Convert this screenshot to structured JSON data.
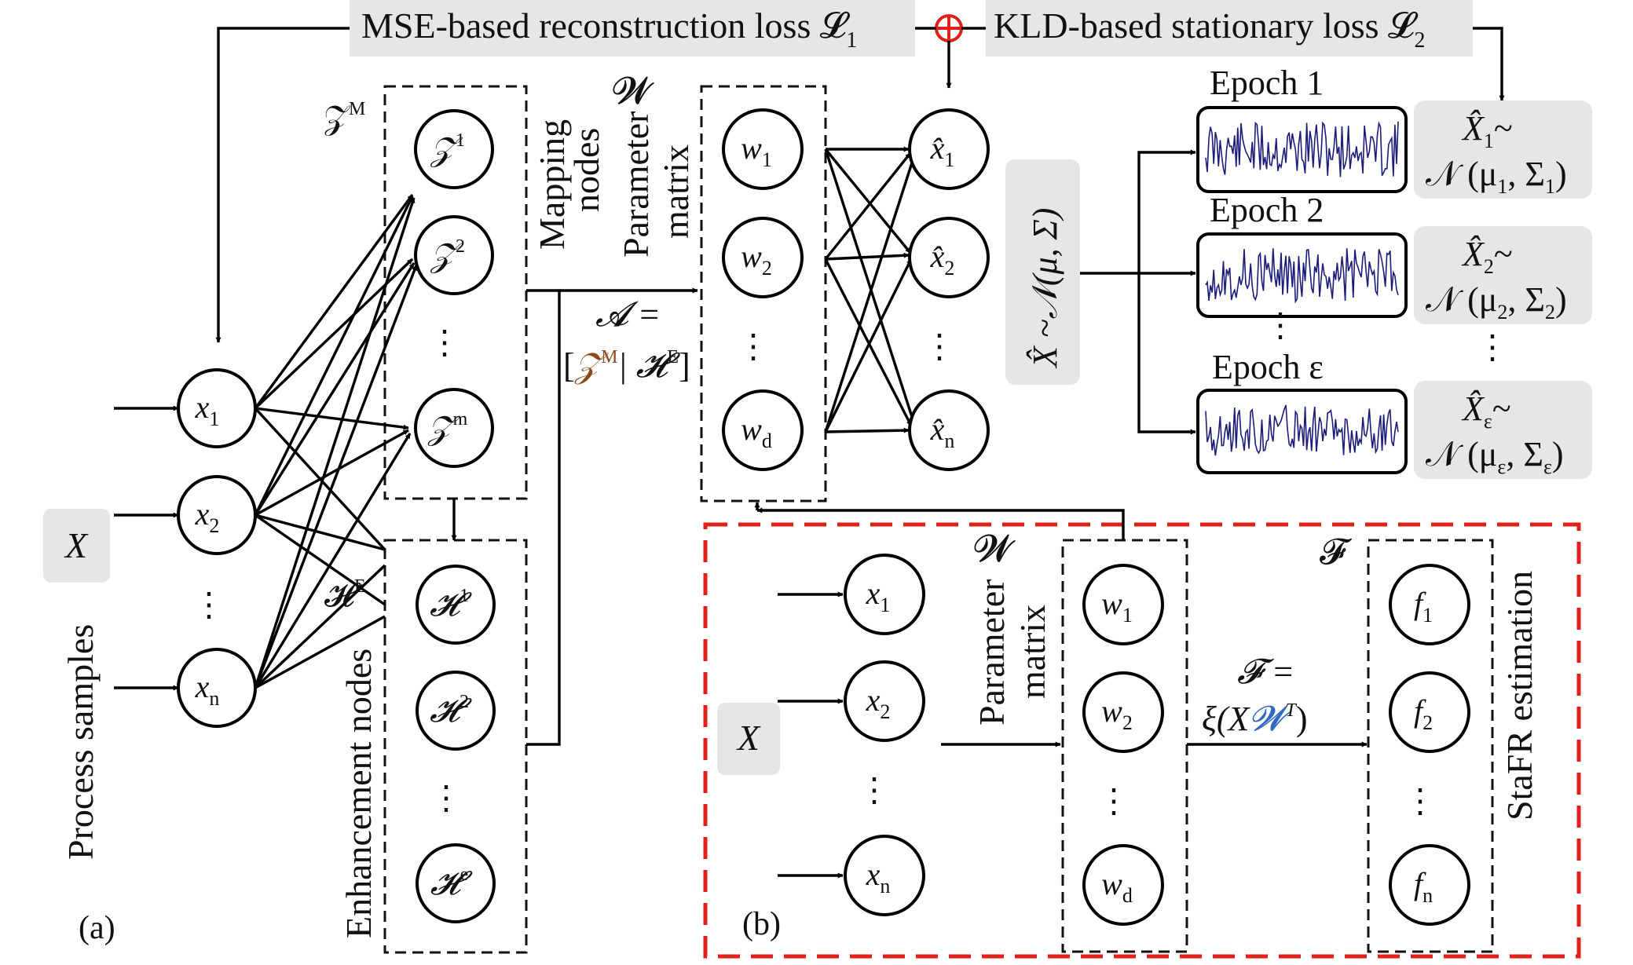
{
  "colors": {
    "mapping_fill": "#fbe3d8",
    "enhance_fill": "#f1f6ec",
    "param_fill": "#e6eef8",
    "stafr_fill": "#fcf7e6",
    "label_box": "#e6e6e6",
    "red_dash": "#e0211a",
    "script_brown": "#8b4a1e",
    "script_blue": "#2f66c2",
    "script_olive": "#7a6520",
    "signal_blue": "#1c1c7a"
  },
  "top": {
    "loss1": "MSE-based reconstruction loss 𝓛",
    "loss1_sub": "1",
    "loss2": "KLD-based stationary loss 𝓛",
    "loss2_sub": "2"
  },
  "panel_a": {
    "tag": "(a)",
    "process_samples": "Process samples",
    "X": "X",
    "inputs": [
      {
        "base": "x",
        "sub": "1"
      },
      {
        "base": "x",
        "sub": "2"
      },
      {
        "base": "x",
        "sub": "n"
      }
    ],
    "ellipsis": "⋮",
    "zm_label": "𝒵",
    "zm_sup": "M",
    "mapping_nodes_label": [
      "Mapping",
      "nodes"
    ],
    "mapping": [
      {
        "base": "𝒵",
        "sup": "1"
      },
      {
        "base": "𝒵",
        "sup": "2"
      },
      {
        "base": "𝒵",
        "sup": "m"
      }
    ],
    "he_label": "𝓗",
    "he_sup": "E",
    "enhancement_nodes_label": "Enhancement nodes",
    "enhancement": [
      {
        "base": "𝓗",
        "sup": "1"
      },
      {
        "base": "𝓗",
        "sup": "2"
      },
      {
        "base": "𝓗",
        "sup": "e"
      }
    ],
    "w_label": "𝓦",
    "param_matrix_label": [
      "Parameter",
      "matrix"
    ],
    "weights": [
      {
        "base": "w",
        "sub": "1"
      },
      {
        "base": "w",
        "sub": "2"
      },
      {
        "base": "w",
        "sub": "d"
      }
    ],
    "a_eq": "𝓐 =",
    "a_lb": "[",
    "a_z": "𝒵",
    "a_zsup": "M",
    "a_mid": "| 𝓗",
    "a_hsup": "E",
    "a_rb": "]",
    "outputs": [
      {
        "base": "x̂",
        "sub": "1"
      },
      {
        "base": "x̂",
        "sub": "2"
      },
      {
        "base": "x̂",
        "sub": "n"
      }
    ],
    "dist_label": "X̂ ~𝒩(μ, Σ)",
    "epochs": [
      {
        "label": "Epoch 1",
        "dist_top": "X̂",
        "dist_top_sub": "1",
        "dist_n": "𝒩 (μ",
        "dist_n_sub1": "1",
        "dist_sigma": ", Σ",
        "dist_sigma_sub": "1",
        "dist_close": ")"
      },
      {
        "label": "Epoch 2",
        "dist_top": "X̂",
        "dist_top_sub": "2",
        "dist_n": "𝒩 (μ",
        "dist_n_sub1": "2",
        "dist_sigma": ", Σ",
        "dist_sigma_sub": "2",
        "dist_close": ")"
      },
      {
        "label": "Epoch ε",
        "dist_top": "X̂",
        "dist_top_sub": "ε",
        "dist_n": "𝒩 (μ",
        "dist_n_sub1": "ε",
        "dist_sigma": ", Σ",
        "dist_sigma_sub": "ε",
        "dist_close": ")"
      }
    ],
    "tilde": "~"
  },
  "panel_b": {
    "tag": "(b)",
    "X": "X",
    "inputs": [
      {
        "base": "x",
        "sub": "1"
      },
      {
        "base": "x",
        "sub": "2"
      },
      {
        "base": "x",
        "sub": "n"
      }
    ],
    "w_label": "𝓦",
    "param_matrix_label": [
      "Parameter",
      "matrix"
    ],
    "weights": [
      {
        "base": "w",
        "sub": "1"
      },
      {
        "base": "w",
        "sub": "2"
      },
      {
        "base": "w",
        "sub": "d"
      }
    ],
    "f_label": "𝓕",
    "f_eq": "𝓕 =",
    "f_xi_open": "ξ(X",
    "f_w": "𝓦",
    "f_T": "T",
    "f_close": ")",
    "stafr_label": "StaFR estimation",
    "features": [
      {
        "base": "f",
        "sub": "1"
      },
      {
        "base": "f",
        "sub": "2"
      },
      {
        "base": "f",
        "sub": "n"
      }
    ]
  }
}
